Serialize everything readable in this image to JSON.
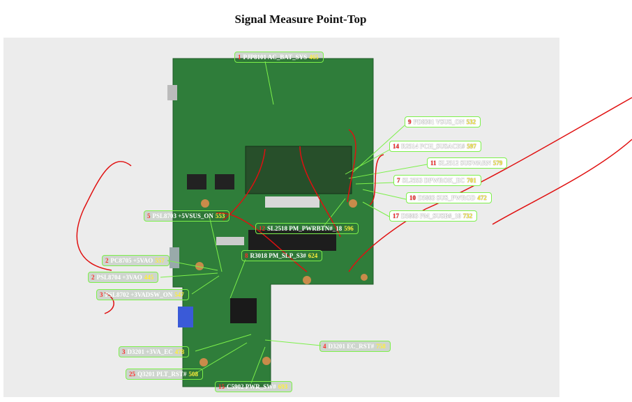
{
  "title": "Signal Measure Point-Top",
  "colors": {
    "board": "#2f7d3a",
    "label_border": "#7CF04A",
    "number": "#ff2a2a",
    "value": "#ffef3a",
    "annotation": "#e01010"
  },
  "points": [
    {
      "num": "1",
      "name": "PJP8101 AC_BAT_SYS",
      "value": "465"
    },
    {
      "num": "9",
      "name": "PD8301 VSUS_ON",
      "value": "532"
    },
    {
      "num": "14",
      "name": "R2514 PCH_SUSACK#",
      "value": "597"
    },
    {
      "num": "11",
      "name": "SL2512 SUSWARN",
      "value": "579"
    },
    {
      "num": "7",
      "name": "SL2553 DPWROK_EC",
      "value": "701"
    },
    {
      "num": "10",
      "name": "D5803 SUS_PWRGD",
      "value": "472"
    },
    {
      "num": "17",
      "name": "D5803 PM_SUSB#_18",
      "value": "732"
    },
    {
      "num": "5",
      "name": "PSL8703 +5VSUS_ON",
      "value": "553"
    },
    {
      "num": "12",
      "name": "SL2518 PM_PWRBTN#_18",
      "value": "596"
    },
    {
      "num": "8",
      "name": "R3018 PM_SLP_S3#",
      "value": "624"
    },
    {
      "num": "2",
      "name": "PC8705 +5VAO",
      "value": "557"
    },
    {
      "num": "2",
      "name": "PSL8704 +3VAO",
      "value": "445"
    },
    {
      "num": "3",
      "name": "PSL8702 +3VADSW_ON",
      "value": "547"
    },
    {
      "num": "3",
      "name": "D3201 +3VA_EC",
      "value": "478"
    },
    {
      "num": "4",
      "name": "D3201 EC_RST#",
      "value": "758"
    },
    {
      "num": "25",
      "name": "Q3201 PLT_RST#",
      "value": "508"
    },
    {
      "num": "15",
      "name": "C5902 PWR_SW#",
      "value": "693"
    }
  ]
}
